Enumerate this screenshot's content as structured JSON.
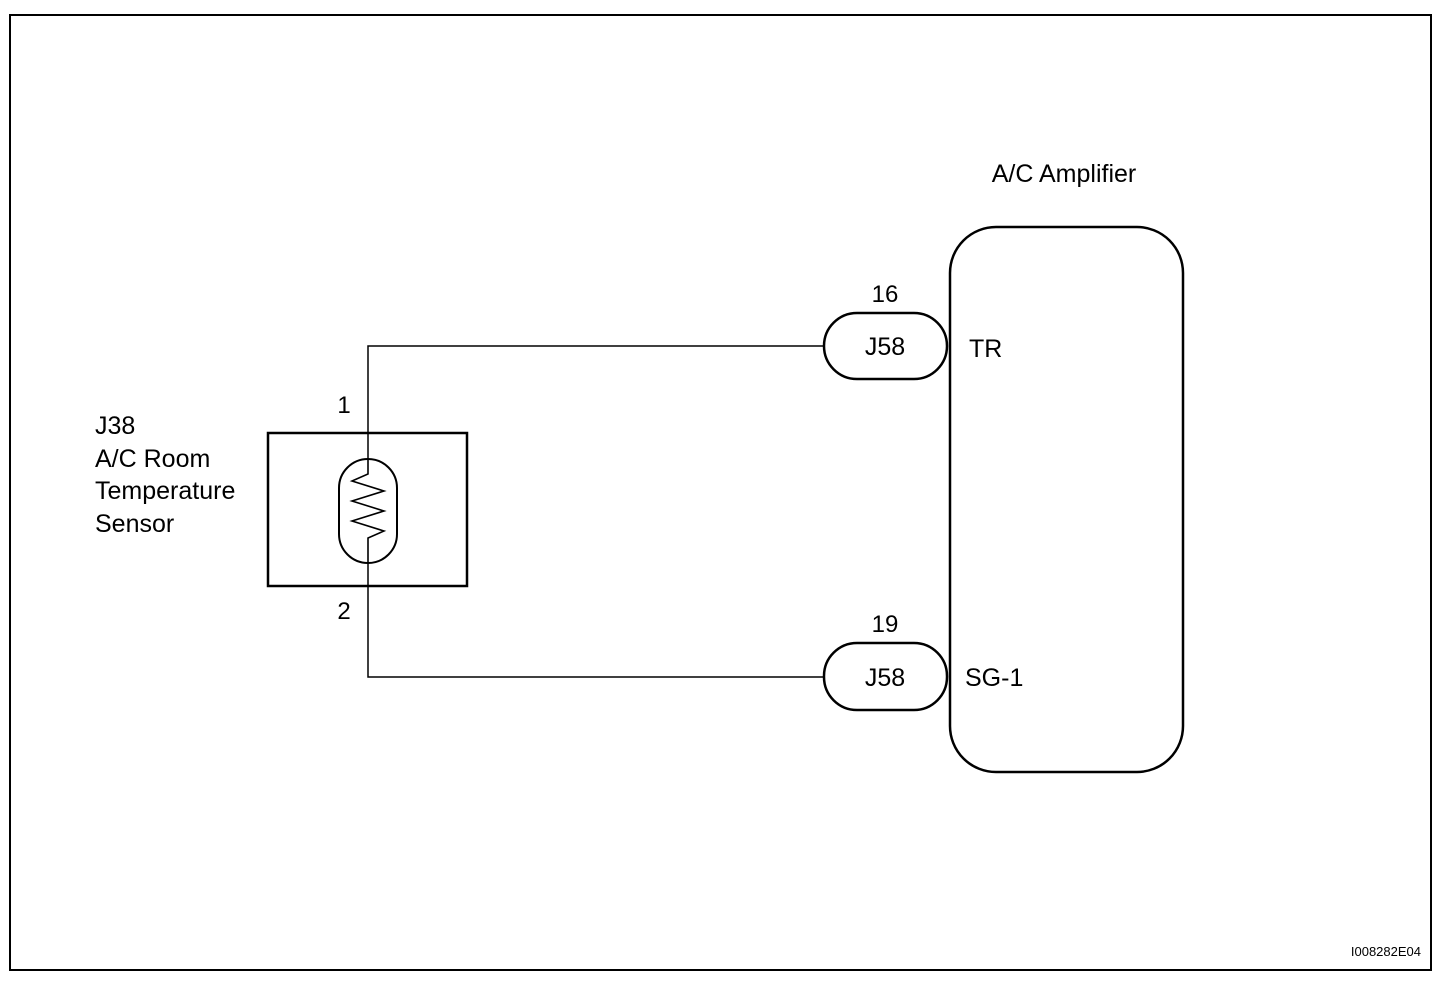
{
  "amplifier": {
    "title": "A/C Amplifier",
    "terminals": [
      {
        "label": "TR"
      },
      {
        "label": "SG-1"
      }
    ]
  },
  "connectors": [
    {
      "name": "J58",
      "pin": "16"
    },
    {
      "name": "J58",
      "pin": "19"
    }
  ],
  "sensor": {
    "id": "J38",
    "name_line1": "A/C Room",
    "name_line2": "Temperature",
    "name_line3": "Sensor",
    "pin_top": "1",
    "pin_bottom": "2"
  },
  "figure_code": "I008282E04"
}
